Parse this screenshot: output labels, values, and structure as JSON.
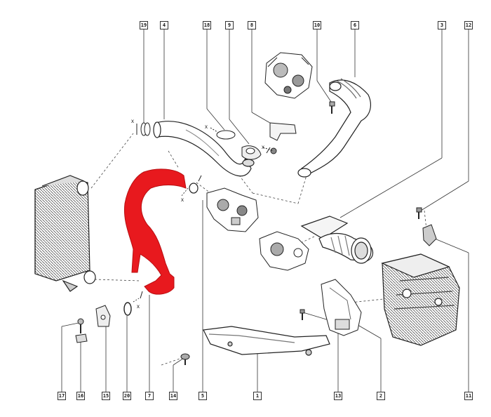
{
  "diagram": {
    "callouts": {
      "top": [
        "19",
        "4",
        "18",
        "9",
        "8",
        "10",
        "6",
        "3",
        "12"
      ],
      "bottom": [
        "17",
        "16",
        "15",
        "20",
        "7",
        "14",
        "5",
        "1",
        "13",
        "2",
        "11"
      ]
    },
    "axis_marks": [
      "x",
      "x",
      "x",
      "x",
      "x"
    ],
    "colors": {
      "highlight": "#e8191e",
      "line": "#222222",
      "part_fill": "#ffffff",
      "part_shade": "#9a9a9a"
    }
  }
}
